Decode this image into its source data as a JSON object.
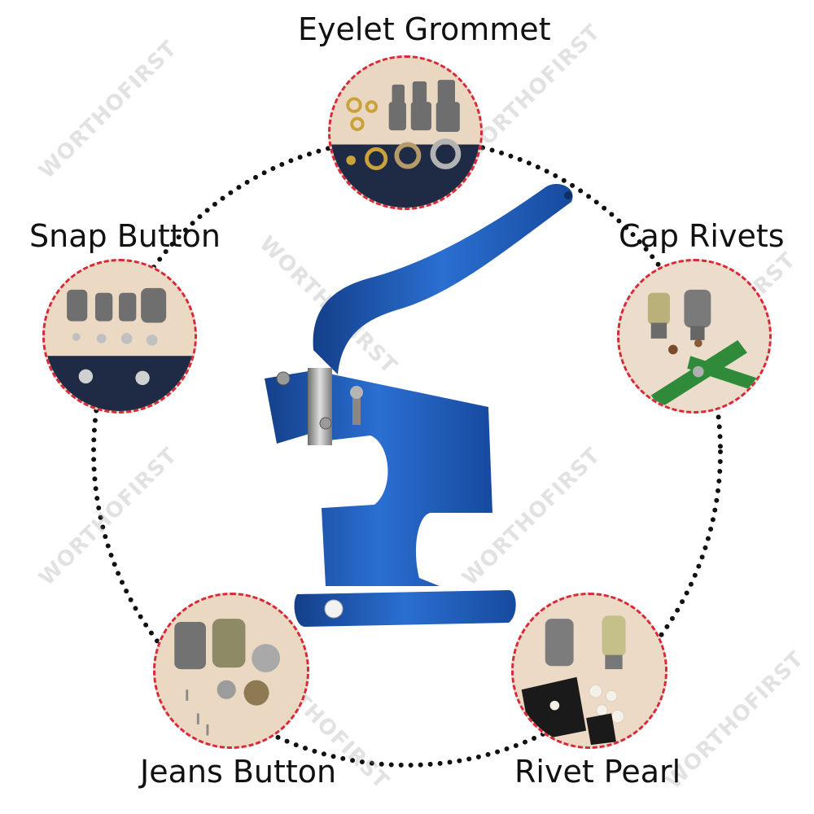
{
  "labels": {
    "eyelet": "Eyelet Grommet",
    "snap": "Snap Button",
    "cap": "Cap Rivets",
    "jeans": "Jeans Button",
    "pearl": "Rivet Pearl"
  },
  "watermark": "WORTHOFIRST",
  "colors": {
    "press_blue": "#1f5fbf",
    "ring_dots": "#111111",
    "bubble_border": "#d8283a",
    "felt_green": "#2f8a3a",
    "leather_navy": "#1f2a44"
  }
}
